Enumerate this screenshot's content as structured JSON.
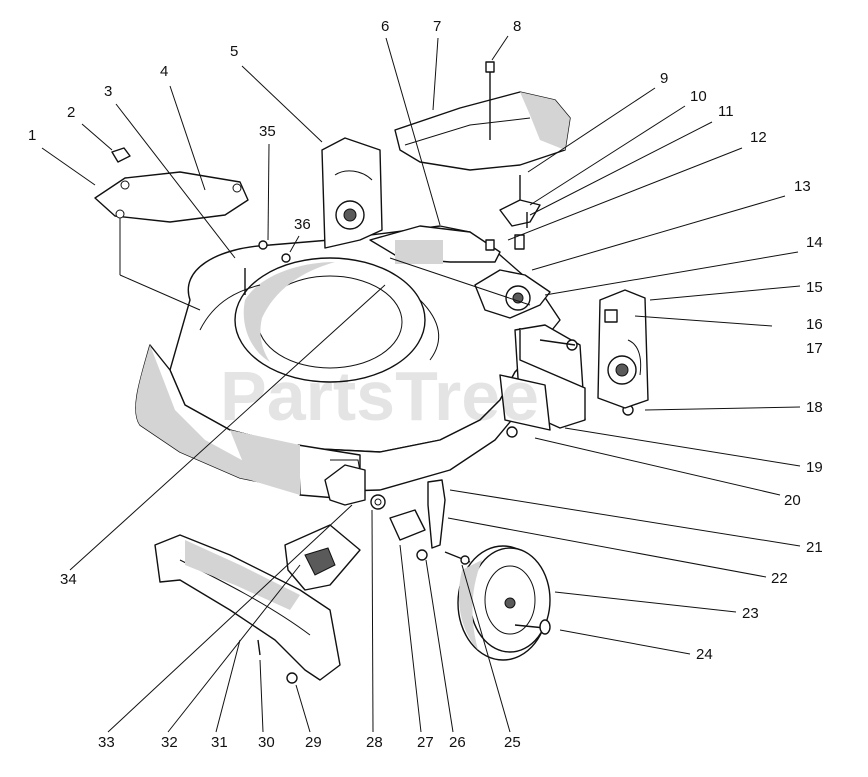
{
  "watermark": "PartsTree",
  "callouts": [
    {
      "id": 1,
      "label": "1"
    },
    {
      "id": 2,
      "label": "2"
    },
    {
      "id": 3,
      "label": "3"
    },
    {
      "id": 4,
      "label": "4"
    },
    {
      "id": 5,
      "label": "5"
    },
    {
      "id": 6,
      "label": "6"
    },
    {
      "id": 7,
      "label": "7"
    },
    {
      "id": 8,
      "label": "8"
    },
    {
      "id": 9,
      "label": "9"
    },
    {
      "id": 10,
      "label": "10"
    },
    {
      "id": 11,
      "label": "11"
    },
    {
      "id": 12,
      "label": "12"
    },
    {
      "id": 13,
      "label": "13"
    },
    {
      "id": 14,
      "label": "14"
    },
    {
      "id": 15,
      "label": "15"
    },
    {
      "id": 16,
      "label": "16"
    },
    {
      "id": 17,
      "label": "17"
    },
    {
      "id": 18,
      "label": "18"
    },
    {
      "id": 19,
      "label": "19"
    },
    {
      "id": 20,
      "label": "20"
    },
    {
      "id": 21,
      "label": "21"
    },
    {
      "id": 22,
      "label": "22"
    },
    {
      "id": 23,
      "label": "23"
    },
    {
      "id": 24,
      "label": "24"
    },
    {
      "id": 25,
      "label": "25"
    },
    {
      "id": 26,
      "label": "26"
    },
    {
      "id": 27,
      "label": "27"
    },
    {
      "id": 28,
      "label": "28"
    },
    {
      "id": 29,
      "label": "29"
    },
    {
      "id": 30,
      "label": "30"
    },
    {
      "id": 31,
      "label": "31"
    },
    {
      "id": 32,
      "label": "32"
    },
    {
      "id": 33,
      "label": "33"
    },
    {
      "id": 34,
      "label": "34"
    },
    {
      "id": 35,
      "label": "35"
    },
    {
      "id": 36,
      "label": "36"
    }
  ]
}
